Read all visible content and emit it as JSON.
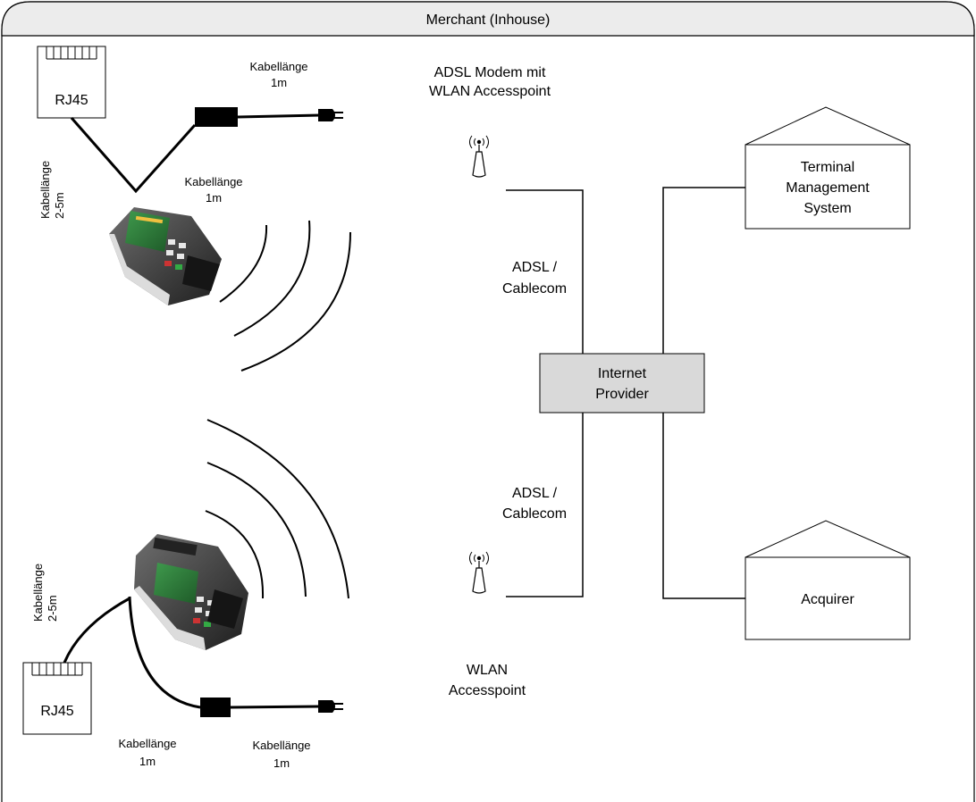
{
  "frame": {
    "title": "Merchant (Inhouse)"
  },
  "top_terminal": {
    "rj45_label": "RJ45",
    "cable_rj45": [
      "Kabellänge",
      "2-5m"
    ],
    "cable_power": [
      "Kabellänge",
      "1m"
    ],
    "cable_terminal": [
      "Kabellänge",
      "1m"
    ]
  },
  "bottom_terminal": {
    "rj45_label": "RJ45",
    "cable_rj45": [
      "Kabellänge",
      "2-5m"
    ],
    "cable_terminal": [
      "Kabellänge",
      "1m"
    ],
    "cable_power": [
      "Kabellänge",
      "1m"
    ]
  },
  "modem": {
    "label": [
      "ADSL Modem mit",
      "WLAN Accesspoint"
    ]
  },
  "accesspoint": {
    "label": [
      "WLAN",
      "Accesspoint"
    ]
  },
  "links": {
    "upper": [
      "ADSL /",
      "Cablecom"
    ],
    "lower": [
      "ADSL /",
      "Cablecom"
    ]
  },
  "internet_provider": {
    "label": [
      "Internet",
      "Provider"
    ],
    "fill": "#d9d9d9"
  },
  "tms": {
    "label": [
      "Terminal",
      "Management",
      "System"
    ]
  },
  "acquirer": {
    "label": "Acquirer"
  },
  "colors": {
    "frame_header": "#ececec",
    "stroke": "#000000",
    "terminal_body": "#3a3a3a",
    "terminal_screen": "#2d7a3a"
  }
}
